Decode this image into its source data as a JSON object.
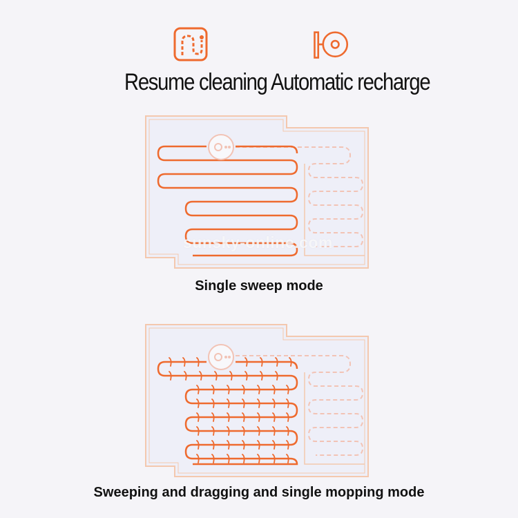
{
  "features": [
    {
      "label": "Resume cleaning",
      "icon": "resume-cleaning-icon"
    },
    {
      "label": "Automatic recharge",
      "icon": "automatic-recharge-icon"
    }
  ],
  "modes": [
    {
      "caption": "Single sweep mode",
      "pattern": "sweep"
    },
    {
      "caption": "Sweeping and dragging and single mopping mode",
      "pattern": "sweep-and-mop"
    }
  ],
  "watermark": "sunsky-online.com",
  "colors": {
    "accent": "#ee6a2e",
    "map_fill": "#eeeff8",
    "map_border": "#f4c8ae",
    "dashed_path": "#f2c3b5",
    "background": "#f5f4f8"
  }
}
